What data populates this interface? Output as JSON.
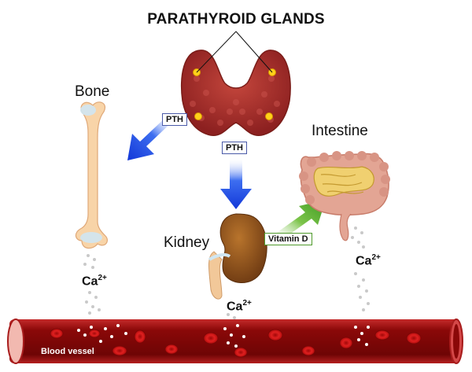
{
  "title": "PARATHYROID GLANDS",
  "organs": {
    "bone": "Bone",
    "intestine": "Intestine",
    "kidney": "Kidney"
  },
  "arrows": {
    "to_bone": "PTH",
    "to_kidney": "PTH",
    "to_intestine": "Vitamin D"
  },
  "calcium": {
    "symbol": "Ca",
    "charge": "2+"
  },
  "vessel_label": "Blood vessel",
  "colors": {
    "pth_arrow": "#1f4fe0",
    "vitamin_d_arrow": "#5aa832",
    "vessel": "#8e0b0b",
    "gland": "#a9302a",
    "bone": "#f7d3a8"
  }
}
